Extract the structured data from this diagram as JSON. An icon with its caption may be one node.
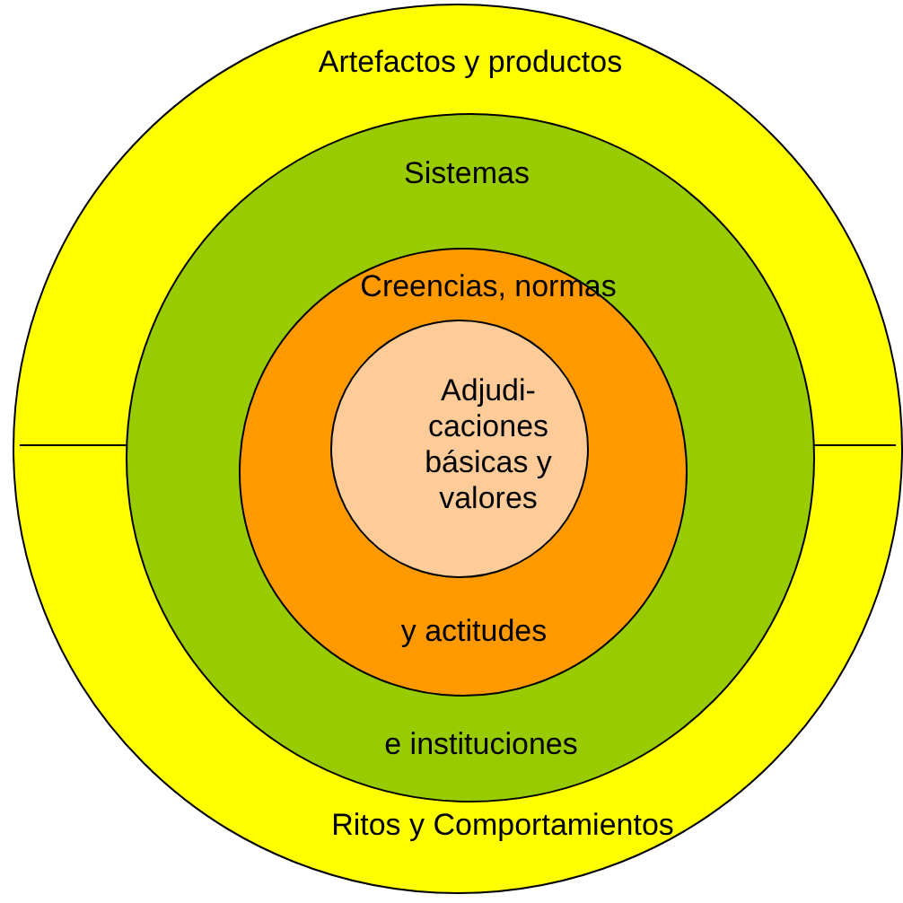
{
  "diagram": {
    "nodes": [
      {
        "text": [
          "Artefactos y productos",
          "Ritos y Comportamientos"
        ]
      },
      {
        "text": [
          "Sistemas",
          "e instituciones"
        ],
        "in": 0
      },
      {
        "text": [
          "Creencias,  normas",
          "y actitudes"
        ],
        "in": 1
      },
      {
        "text": [
          "Adjudi- caciones básicas y valores"
        ],
        "in": 2
      }
    ]
  }
}
